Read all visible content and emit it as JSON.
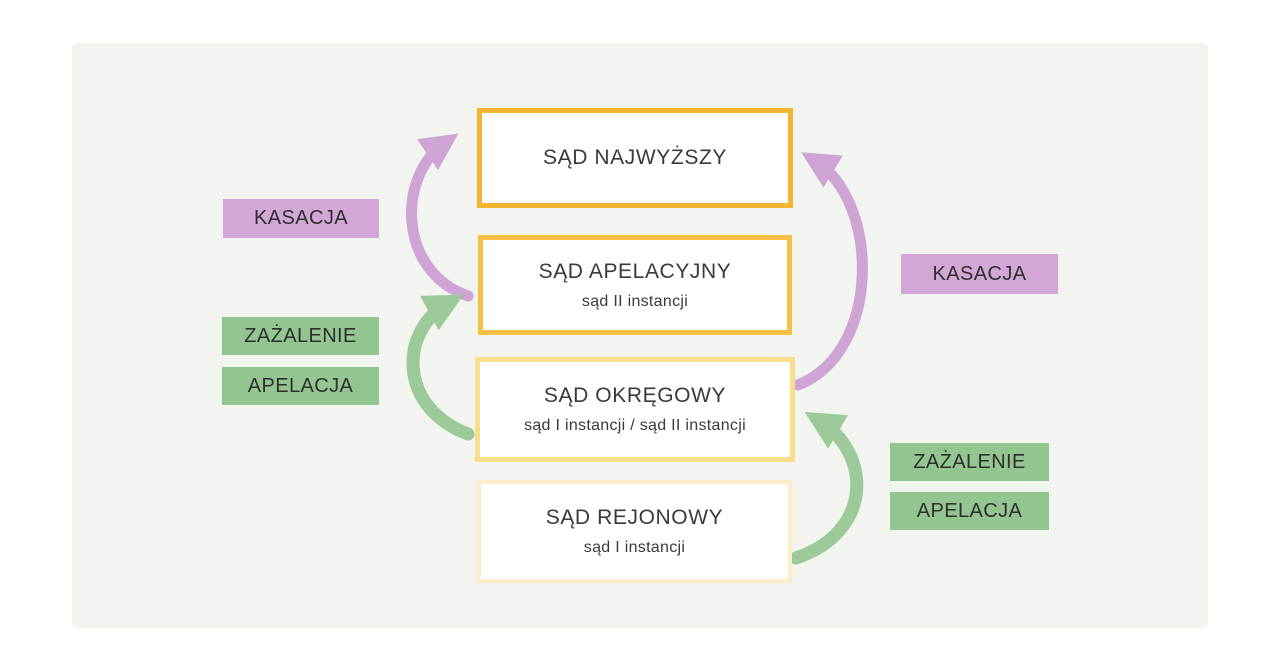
{
  "courts": [
    {
      "name": "SĄD NAJWYŻSZY",
      "subtitle": ""
    },
    {
      "name": "SĄD APELACYJNY",
      "subtitle": "sąd II instancji"
    },
    {
      "name": "SĄD OKRĘGOWY",
      "subtitle": "sąd I instancji / sąd II instancji"
    },
    {
      "name": "SĄD REJONOWY",
      "subtitle": "sąd I instancji"
    }
  ],
  "appeal_labels": {
    "kasacja_left": "KASACJA",
    "zazalenie_left": "ZAŻALENIE",
    "apelacja_left": "APELACJA",
    "kasacja_right": "KASACJA",
    "zazalenie_right": "ZAŻALENIE",
    "apelacja_right": "APELACJA"
  },
  "colors": {
    "panel_background": "#f1f4ef",
    "box_background": "#ffffff",
    "border_strong_gold": "#f2b431",
    "border_gold": "#f5c043",
    "border_light_gold": "#f8dd8d",
    "border_pale_gold": "#fcecc7",
    "kasacja_purple": "#d2a6d6",
    "kasacja_arrow_purple": "#cda4d4",
    "apelacja_green": "#93c591",
    "apelacja_arrow_green": "#9cc89a",
    "text_dark": "#3a3a3a"
  }
}
